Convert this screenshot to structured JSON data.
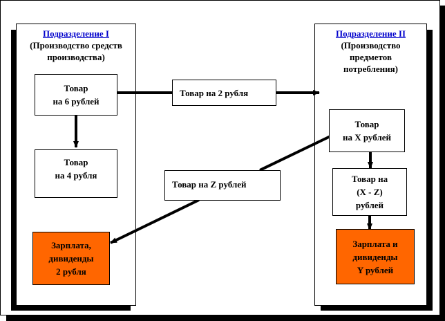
{
  "diagram": {
    "division_1": {
      "title": "Подразделение I",
      "subtitle_lines": [
        "(Производство средств",
        "производства)"
      ],
      "boxes": {
        "goods_6": [
          "Товар",
          "на 6 рублей"
        ],
        "goods_4": [
          "Товар",
          "на 4 рубля"
        ],
        "wages": [
          "Зарплата,",
          "дивиденды",
          "2 рубля"
        ]
      }
    },
    "division_2": {
      "title": "Подразделение II",
      "subtitle_lines": [
        "(Производство",
        "предметов",
        "потребления)"
      ],
      "boxes": {
        "goods_x": [
          "Товар",
          "на X рублей"
        ],
        "goods_x_minus_z": [
          "Товар на",
          "(X - Z)",
          "рублей"
        ],
        "wages": [
          "Зарплата и",
          "дивиденды",
          "Y рублей"
        ]
      }
    },
    "flows": {
      "to_division_2": "Товар на 2 рубля",
      "to_division_1": "Товар на Z рублей"
    },
    "colors": {
      "title_link": "#0000cc",
      "wages_fill": "#ff6600",
      "shadow": "#000000"
    }
  }
}
